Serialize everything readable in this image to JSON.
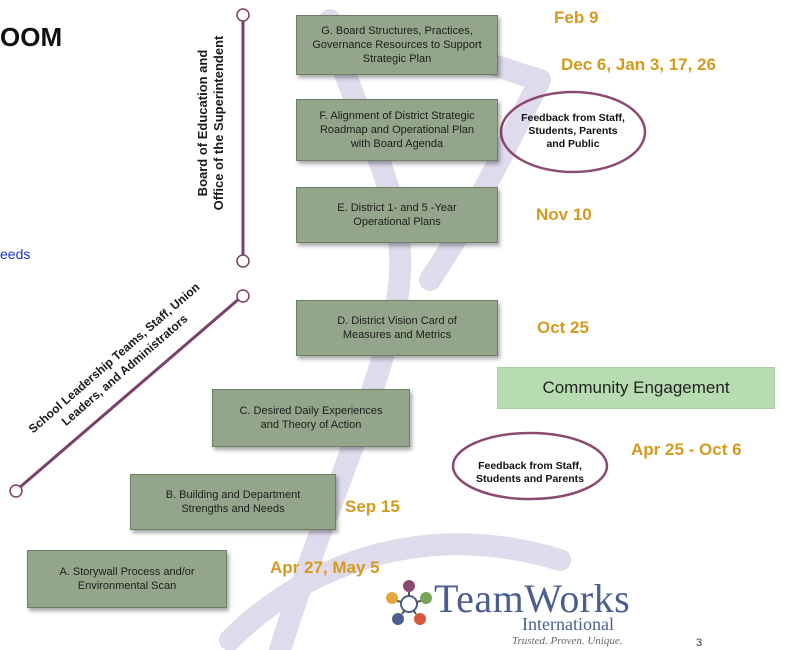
{
  "title_fragment": "OOM",
  "needs_fragment": "eeds",
  "board_label": "Board of Education and\nOffice of the Superintendent",
  "school_label": "School Leadership Teams, Staff, Union\nLeaders, and Administrators",
  "steps": {
    "g": "G. Board Structures, Practices,\nGovernance Resources to Support\nStrategic Plan",
    "f": "F. Alignment of District Strategic\nRoadmap and Operational Plan\nwith Board Agenda",
    "e": "E. District 1- and 5 -Year\nOperational Plans",
    "d": "D. District Vision Card of\nMeasures and Metrics",
    "c": "C. Desired Daily Experiences\nand Theory of Action",
    "b": "B. Building and Department\nStrengths and Needs",
    "a": "A. Storywall Process and/or\nEnvironmental Scan"
  },
  "dates": {
    "g": "Feb 9",
    "f": "Dec 6, Jan 3, 17, 26",
    "e": "Nov 10",
    "d": "Oct 25",
    "community": "Apr 25 - Oct 6",
    "b": "Sep 15",
    "a": "Apr 27, May 5"
  },
  "feedback_public": "Feedback from Staff,\nStudents, Parents\nand Public",
  "feedback_staff": "Feedback from Staff,\nStudents and Parents",
  "community_engagement": "Community Engagement",
  "logo": {
    "name": "TeamWorks",
    "sub": "International",
    "tagline": "Trusted. Proven. Unique."
  },
  "page_number": "3",
  "colors": {
    "step_fill": "#93a58a",
    "date_text": "#d49a1d",
    "ring": "#8a4a72",
    "community_fill": "#b8dcb1",
    "watermark": "#c8bde0"
  }
}
